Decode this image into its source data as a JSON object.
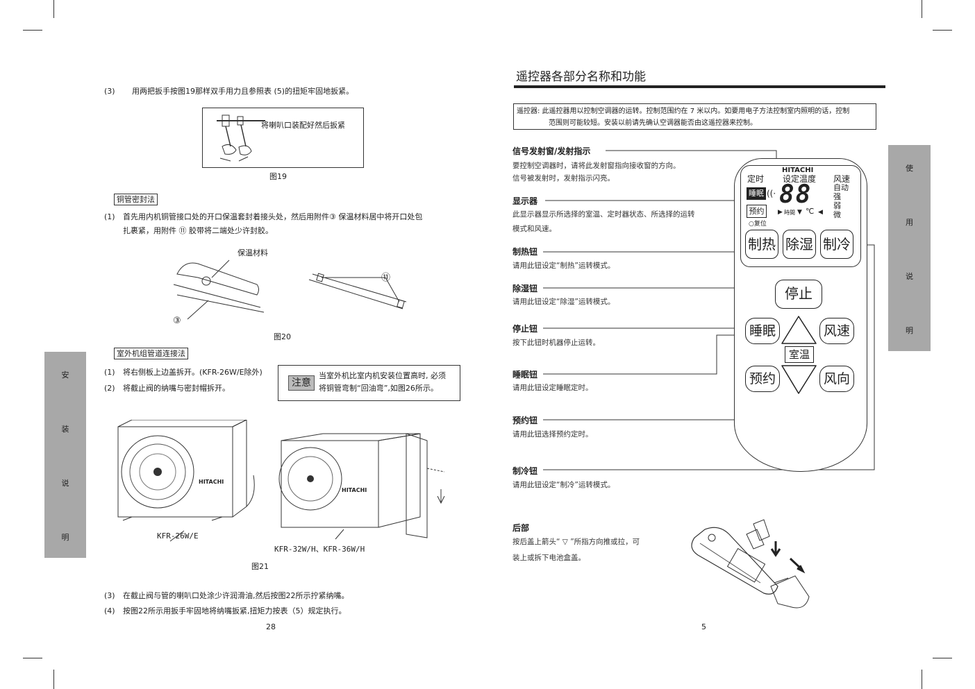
{
  "left": {
    "step3": {
      "num": "(3)",
      "text": "用两把扳手按图19那样双手用力且参照表 (5)的扭矩牢固地扳紧。"
    },
    "fig19": {
      "label": "将喇叭口装配好然后扳紧",
      "caption": "图19"
    },
    "section1": "铜管密封法",
    "seal1": {
      "num": "(1)",
      "line1": "首先用内机铜管接口处的开口保温套封着接头处，然后用附件③ 保温材料居中将开口处包",
      "line2": "扎裹紧，用附件 ⑪ 胶带将二端处少许封胶。"
    },
    "fig20": {
      "label_material": "保温材料",
      "label3": "③",
      "label11": "⑪",
      "caption": "图20"
    },
    "section2": "室外机组管道连接法",
    "pipe1": {
      "num": "(1)",
      "text": "将右侧板上边盖拆开。(KFR-26W/E除外)"
    },
    "pipe2": {
      "num": "(2)",
      "text": "将截止阀的纳嘴与密封帽拆开。"
    },
    "notice": {
      "tag": "注意",
      "line1": "当室外机比室内机安装位置高时, 必须",
      "line2": "将铜管弯制“回油弯”,如图26所示。"
    },
    "fig21": {
      "unit1_label": "KFR-26W/E",
      "unit2_label": "KFR-32W/H、KFR-36W/H",
      "brand": "HITACHI",
      "caption": "图21"
    },
    "step3b": {
      "num": "(3)",
      "text": "在截止阀与管的喇叭口处涂少许润滑油,然后按图22所示拧紧纳嘴。"
    },
    "step4": {
      "num": "(4)",
      "text": "按图22所示用扳手牢固地将纳嘴扳紧,扭矩力按表（5）规定执行。"
    },
    "page_num": "28",
    "side_tab": [
      "安",
      "装",
      "说",
      "明"
    ]
  },
  "right": {
    "title": "遥控器各部分名称和功能",
    "intro_line1": "遥控器:  此遥控器用以控制空调器的运转。控制范围约在 7 米以内。如要用电子方法控制室内照明的话，控制",
    "intro_line2": "范围则可能较短。安装以前请先确认空调器能否由这遥控器来控制。",
    "items": [
      {
        "title": "信号发射窗/发射指示",
        "desc1": "要控制空调器时，请将此发射窗指向接收窗的方向。",
        "desc2": "信号被发射时，发射指示闪亮。"
      },
      {
        "title": "显示器",
        "desc1": "此显示器显示所选择的室温、定时器状态、所选择的运转",
        "desc2": "模式和风速。"
      },
      {
        "title": "制热钮",
        "desc1": "请用此钮设定“制热”运转模式。",
        "desc2": ""
      },
      {
        "title": "除湿钮",
        "desc1": "请用此钮设定“除湿”运转模式。",
        "desc2": ""
      },
      {
        "title": "停止钮",
        "desc1": "按下此钮时机器停止运转。",
        "desc2": ""
      },
      {
        "title": "睡眠钮",
        "desc1": "请用此钮设定睡眠定时。",
        "desc2": ""
      },
      {
        "title": "预约钮",
        "desc1": "请用此钮选择预约定时。",
        "desc2": ""
      },
      {
        "title": "制冷钮",
        "desc1": "请用此钮设定“制冷”运转模式。",
        "desc2": ""
      }
    ],
    "rear": {
      "title": "后部",
      "desc1": "按后盖上箭头“ ▽ ”所指方向推或拉，可",
      "desc2": "装上或拆下电池盒盖。"
    },
    "remote": {
      "brand": "HITACHI",
      "timer": "定时",
      "set_temp": "设定温度",
      "fan": "风速",
      "sleep_tag": "睡眠",
      "reserve_tag": "预约",
      "digits": "88",
      "time_label": "時間",
      "celsius": "℃",
      "fan_levels": [
        "自动",
        "强",
        "弱",
        "微"
      ],
      "reset": "○复位",
      "btn_heat": "制热",
      "btn_dry": "除湿",
      "btn_cool": "制冷",
      "btn_stop": "停止",
      "btn_sleep": "睡眠",
      "btn_fanspeed": "风速",
      "btn_roomtemp": "室温",
      "btn_reserve": "预约",
      "btn_direction": "风向"
    },
    "page_num": "5",
    "side_tab": [
      "使",
      "用",
      "说",
      "明"
    ]
  }
}
